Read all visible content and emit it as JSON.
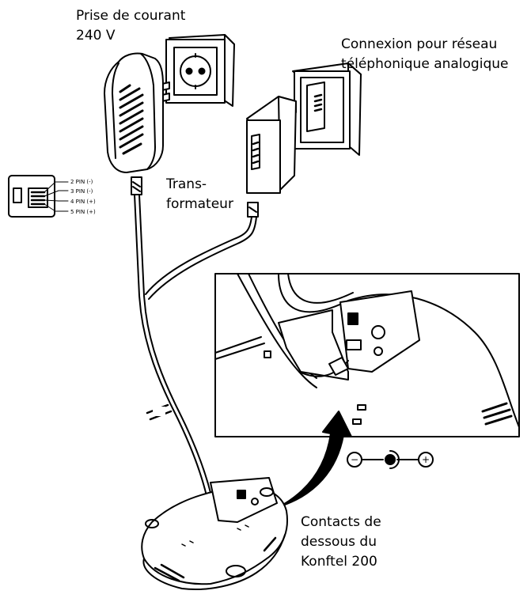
{
  "labels": {
    "power_outlet": {
      "line1": "Prise de courant",
      "line2": "240 V"
    },
    "phone_connection": {
      "line1": "Connexion pour réseau",
      "line2": "téléphonique analogique"
    },
    "transformer": {
      "line1": "Trans-",
      "line2": "formateur"
    },
    "contacts": {
      "line1": "Contacts de",
      "line2": "dessous du",
      "line3": "Konftel 200"
    }
  },
  "pinout": [
    {
      "label": "2 PIN (-)"
    },
    {
      "label": "3 PIN (-)"
    },
    {
      "label": "4 PIN (+)"
    },
    {
      "label": "5 PIN (+)"
    }
  ],
  "polarity": {
    "minus": "−",
    "plus": "+"
  },
  "icons": [
    "wall-socket",
    "power-adapter",
    "phone-wall-jack",
    "phone-adapter",
    "rj-connector",
    "konftel-200-unit",
    "polarity-symbol",
    "arrow"
  ],
  "colors": {
    "line": "#000000",
    "background": "#ffffff"
  }
}
